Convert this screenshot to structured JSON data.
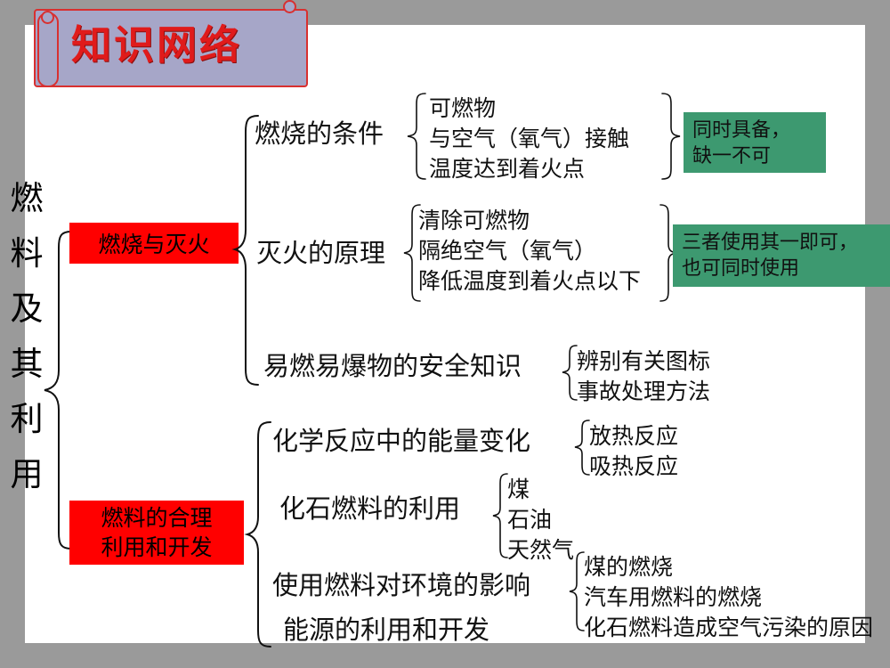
{
  "slide": {
    "title": "知识网络",
    "background_color": "#ffffff",
    "border_color": "#9a9a9a"
  },
  "banner": {
    "label": "知识网络",
    "fill_color": "#a6a6c8",
    "stroke_color": "#d83030",
    "text_color": "#e01b1b"
  },
  "root": {
    "chars": [
      "燃",
      "料",
      "及",
      "其",
      "利",
      "用"
    ],
    "full_text": "燃料及其利用"
  },
  "branches": {
    "combustion": {
      "label": "燃烧与灭火",
      "box_color": "#ff0000",
      "children": [
        {
          "label": "燃烧的条件",
          "items": [
            "可燃物",
            "与空气（氧气）接触",
            "温度达到着火点"
          ],
          "note": {
            "lines": [
              "同时具备，",
              "缺一不可"
            ],
            "color": "#3d9970"
          }
        },
        {
          "label": "灭火的原理",
          "items": [
            "清除可燃物",
            "隔绝空气（氧气）",
            "降低温度到着火点以下"
          ],
          "note": {
            "lines": [
              "三者使用其一即可，",
              "也可同时使用"
            ],
            "color": "#3d9970"
          }
        },
        {
          "label": "易燃易爆物的安全知识",
          "items": [
            "辨别有关图标",
            "事故处理方法"
          ],
          "note": null
        }
      ]
    },
    "fuel": {
      "label_lines": [
        "燃料的合理",
        "利用和开发"
      ],
      "box_color": "#ff0000",
      "children": [
        {
          "label": "化学反应中的能量变化",
          "items": [
            "放热反应",
            "吸热反应"
          ]
        },
        {
          "label": "化石燃料的利用",
          "items": [
            "煤",
            "石油",
            "天然气"
          ]
        },
        {
          "label": "使用燃料对环境的影响",
          "items": [
            "煤的燃烧",
            "汽车用燃料的燃烧",
            "化石燃料造成空气污染的原因"
          ]
        },
        {
          "label": "能源的利用和开发",
          "items": []
        }
      ]
    }
  }
}
